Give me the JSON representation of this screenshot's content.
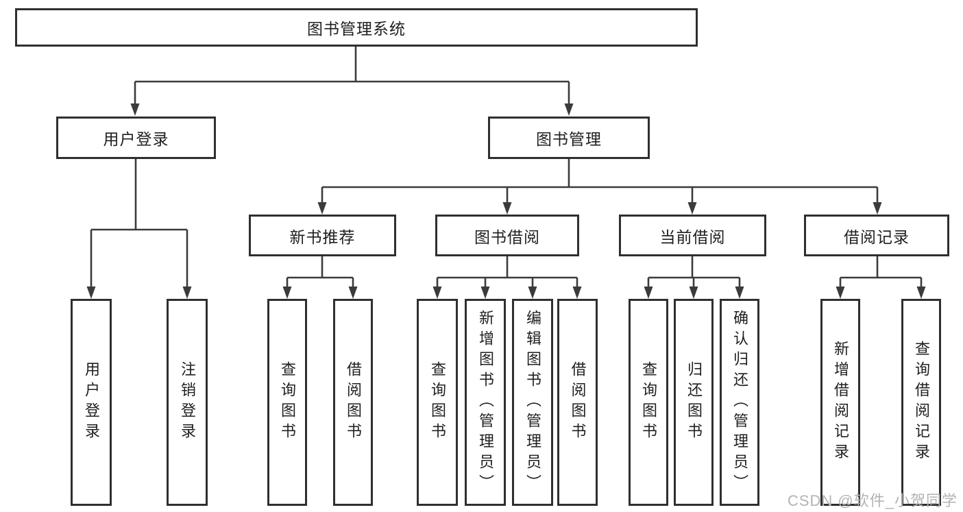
{
  "colors": {
    "line": "#3b3b3b",
    "border": "#2f2f2f",
    "text": "#1f1f1f",
    "watermark": "#b3b3b3",
    "background": "#ffffff"
  },
  "watermark": {
    "text": "CSDN @软件_小贺同学"
  },
  "tree": {
    "label": "图书管理系统",
    "children": [
      {
        "label": "用户登录",
        "children": [
          {
            "label": "用户登录"
          },
          {
            "label": "注销登录"
          }
        ]
      },
      {
        "label": "图书管理",
        "children": [
          {
            "label": "新书推荐",
            "children": [
              {
                "label": "查询图书"
              },
              {
                "label": "借阅图书"
              }
            ]
          },
          {
            "label": "图书借阅",
            "children": [
              {
                "label": "查询图书"
              },
              {
                "label": "新增图书（管理员）"
              },
              {
                "label": "编辑图书（管理员）"
              },
              {
                "label": "借阅图书"
              }
            ]
          },
          {
            "label": "当前借阅",
            "children": [
              {
                "label": "查询图书"
              },
              {
                "label": "归还图书"
              },
              {
                "label": "确认归还（管理员）"
              }
            ]
          },
          {
            "label": "借阅记录",
            "children": [
              {
                "label": "新增借阅记录"
              },
              {
                "label": "查询借阅记录"
              }
            ]
          }
        ]
      }
    ]
  }
}
